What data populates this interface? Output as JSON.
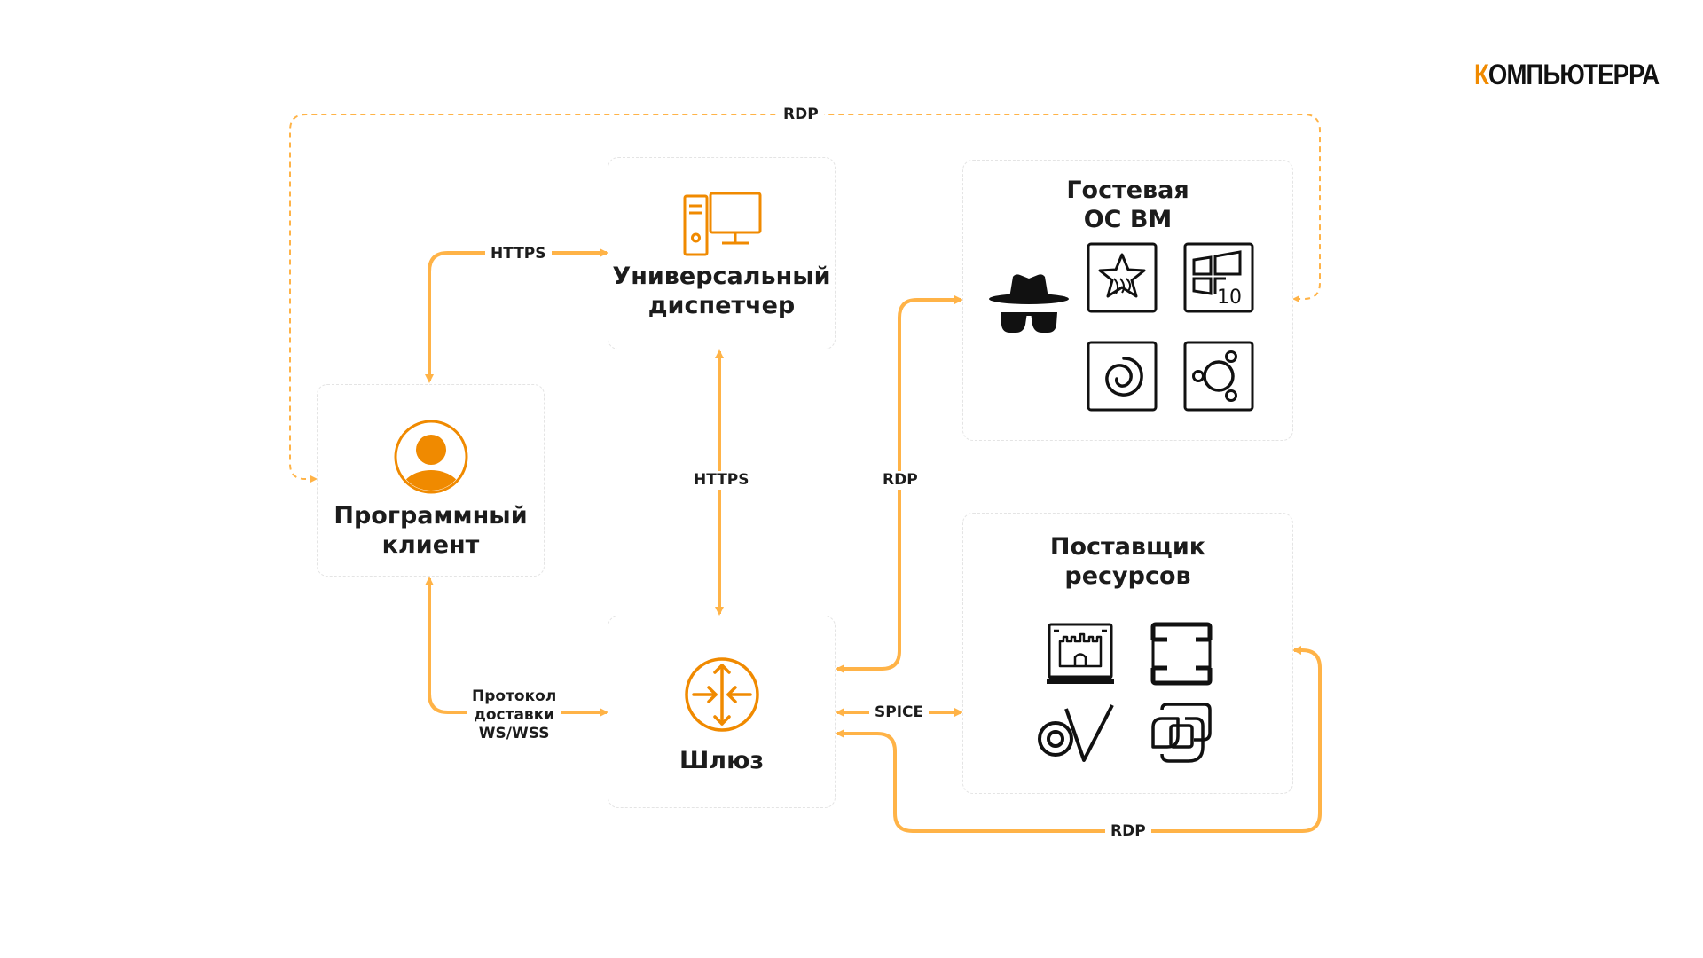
{
  "logo": {
    "first_letter": "К",
    "rest": "ОМПЬЮТЕРРА"
  },
  "nodes": {
    "client": {
      "title": "Программный\nклиент",
      "icon": "user-icon"
    },
    "dispatcher": {
      "title": "Универсальный\nдиспетчер",
      "icon": "computer-icon"
    },
    "gateway": {
      "title": "Шлюз",
      "icon": "router-icon"
    },
    "guest_os": {
      "title": "Гостевая\nОС ВМ",
      "icons": [
        "spy-icon",
        "astra-linux-icon",
        "windows-10-icon",
        "debian-icon",
        "ubuntu-icon"
      ],
      "windows_version": "10"
    },
    "provider": {
      "title": "Поставщик\nресурсов",
      "icons": [
        "castle-server-icon",
        "bracket-server-icon",
        "ovirt-icon",
        "vmware-icon"
      ]
    }
  },
  "edges": {
    "rdp_top": "RDP",
    "https_client_dispatcher": "HTTPS",
    "https_dispatcher_gateway": "HTTPS",
    "rdp_gateway_guest": "RDP",
    "ws_client_gateway": "Протокол\nдоставки\nWS/WSS",
    "spice": "SPICE",
    "rdp_bottom": "RDP"
  },
  "colors": {
    "accent": "#ffb347",
    "icon_orange": "#f08a00",
    "text": "#1c1c1c",
    "box_border": "#e4e4e4"
  }
}
